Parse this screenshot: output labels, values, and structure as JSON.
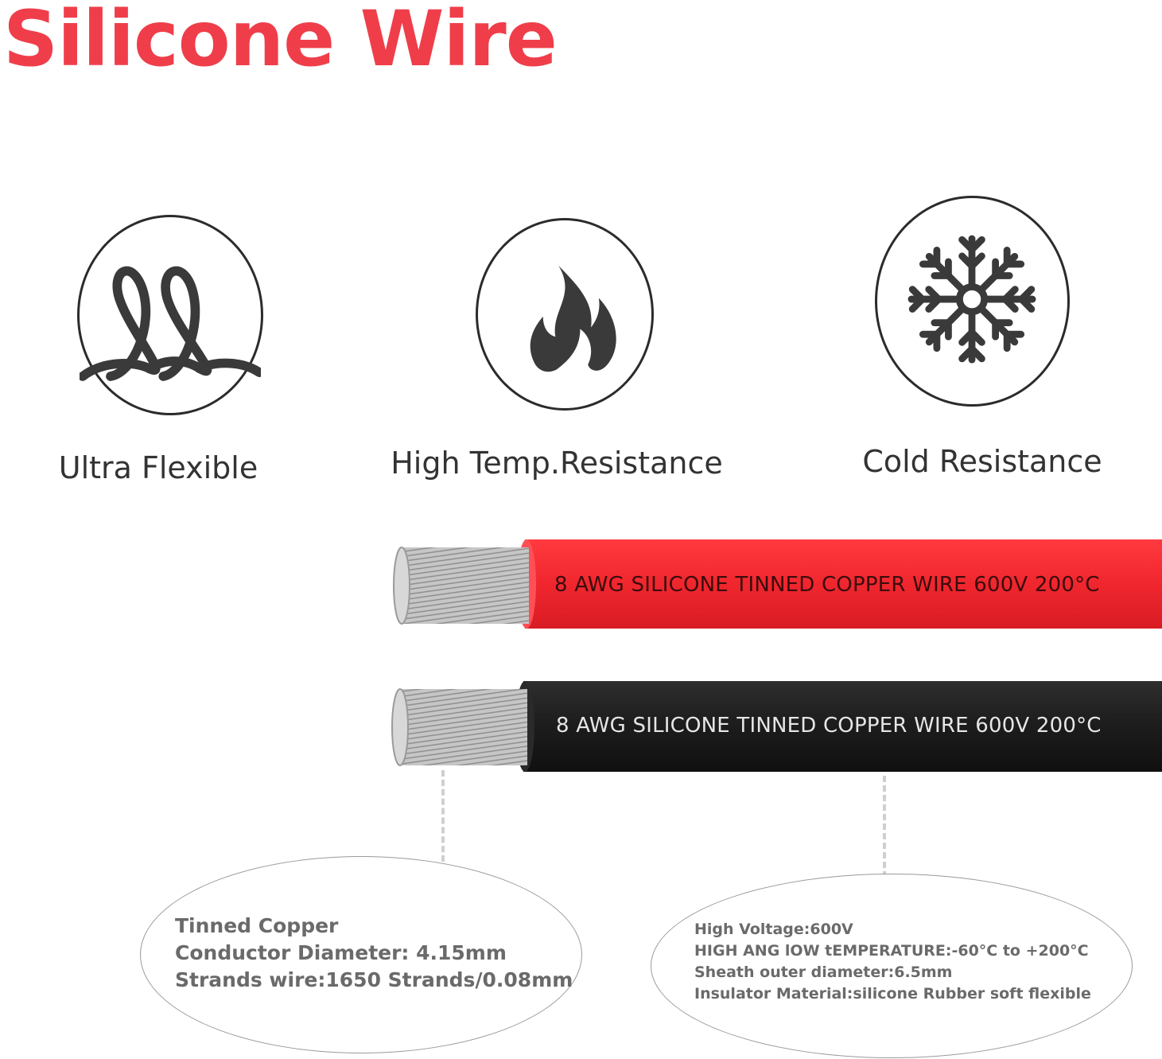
{
  "title": "Silicone Wire",
  "colors": {
    "title": "#ef3e4a",
    "red_sheath": "#f0262e",
    "black_sheath": "#1f1f1f",
    "conductor": "#b7b7b7",
    "icon_fill": "#3a3a3a"
  },
  "features": [
    {
      "icon": "wire-loop-icon",
      "label": "Ultra Flexible"
    },
    {
      "icon": "flame-icon",
      "label": "High Temp.Resistance"
    },
    {
      "icon": "snowflake-icon",
      "label": "Cold Resistance"
    }
  ],
  "wires": [
    {
      "color": "red",
      "marking": "8 AWG SILICONE TINNED COPPER WIRE 600V 200°C"
    },
    {
      "color": "black",
      "marking": "8 AWG SILICONE TINNED COPPER WIRE 600V 200°C"
    }
  ],
  "specs": {
    "conductor": [
      "Tinned Copper",
      "Conductor Diameter: 4.15mm",
      "Strands wire:1650 Strands/0.08mm"
    ],
    "sheath": [
      "High Voltage:600V",
      "HIGH ANG lOW tEMPERATURE:-60°C to +200°C",
      "Sheath outer diameter:6.5mm",
      "Insulator Material:silicone Rubber soft flexible"
    ]
  }
}
